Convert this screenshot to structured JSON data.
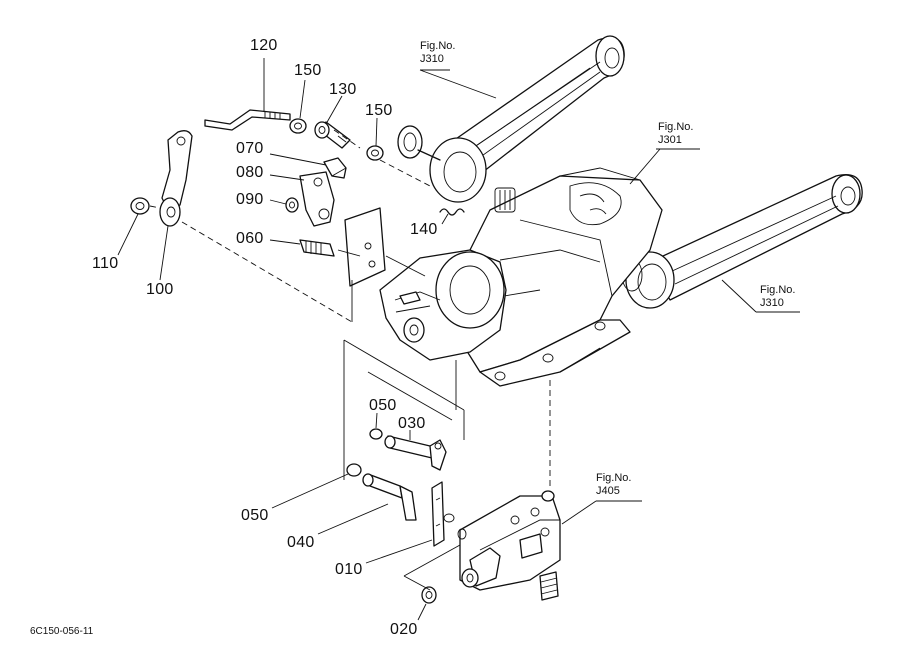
{
  "parts": [
    {
      "id": "p120",
      "number": "120"
    },
    {
      "id": "p150a",
      "number": "150"
    },
    {
      "id": "p130",
      "number": "130"
    },
    {
      "id": "p150b",
      "number": "150"
    },
    {
      "id": "p070",
      "number": "070"
    },
    {
      "id": "p080",
      "number": "080"
    },
    {
      "id": "p090",
      "number": "090"
    },
    {
      "id": "p060",
      "number": "060"
    },
    {
      "id": "p110",
      "number": "110"
    },
    {
      "id": "p100",
      "number": "100"
    },
    {
      "id": "p140",
      "number": "140"
    },
    {
      "id": "p050a",
      "number": "050"
    },
    {
      "id": "p030",
      "number": "030"
    },
    {
      "id": "p050b",
      "number": "050"
    },
    {
      "id": "p040",
      "number": "040"
    },
    {
      "id": "p010",
      "number": "010"
    },
    {
      "id": "p020",
      "number": "020"
    }
  ],
  "figure_refs": [
    {
      "id": "fig1",
      "line1": "Fig.No.",
      "line2": "J310"
    },
    {
      "id": "fig2",
      "line1": "Fig.No.",
      "line2": "J301"
    },
    {
      "id": "fig3",
      "line1": "Fig.No.",
      "line2": "J310"
    },
    {
      "id": "fig4",
      "line1": "Fig.No.",
      "line2": "J405"
    }
  ],
  "drawing_code": "6C150-056-11"
}
